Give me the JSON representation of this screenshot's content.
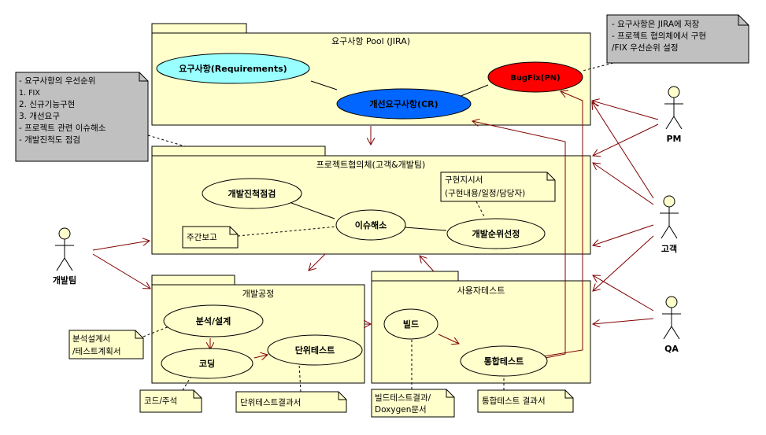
{
  "packages": {
    "requirements_pool": "요구사항 Pool (JIRA)",
    "project_council": "프로젝트협의체(고객&개발팀)",
    "dev_process": "개발공정",
    "user_test": "사용자테스트"
  },
  "usecases": {
    "requirements": "요구사항(Requirements)",
    "change_request": "개선요구사항(CR)",
    "bugfix": "BugFix(PN)",
    "progress_check": "개발진척점검",
    "issue_resolution": "이슈해소",
    "priority_setting": "개발순위선정",
    "analysis_design": "분석/설계",
    "coding": "코딩",
    "unit_test": "단위테스트",
    "build": "빌드",
    "integration_test": "통합테스트"
  },
  "notes": {
    "top_right": [
      "- 요구사항은 JIRA에 저장",
      "- 프로젝트 협의체에서 구현",
      " /FIX 우선순위 설정"
    ],
    "left": [
      "- 요구사항의 우선순위",
      "  1. FIX",
      "  2. 신규기능구현",
      "  3. 개선요구",
      "- 프로젝트 관련 이슈해소",
      "- 개발진척도 점검"
    ],
    "impl_instruction": [
      "구현지시서",
      "(구현내용/일정/담당자)"
    ],
    "weekly_report": "주간보고",
    "analysis_docs": [
      "분석설계서",
      "/테스트계획서"
    ],
    "code_comment": "코드/주석",
    "unit_test_result": "단위테스트결과서",
    "build_result": [
      "빌드테스트결과/",
      "Doxygen문서"
    ],
    "integration_result": "통합테스트 결과서"
  },
  "actors": {
    "pm": "PM",
    "customer": "고객",
    "qa": "QA",
    "dev_team": "개발팀"
  },
  "colors": {
    "package_fill": "#ffffcc",
    "note_gray": "#c0c0c0",
    "usecase_cyan": "#99ffff",
    "usecase_blue": "#0066ff",
    "usecase_red": "#ff0000",
    "arrow": "#800000"
  }
}
